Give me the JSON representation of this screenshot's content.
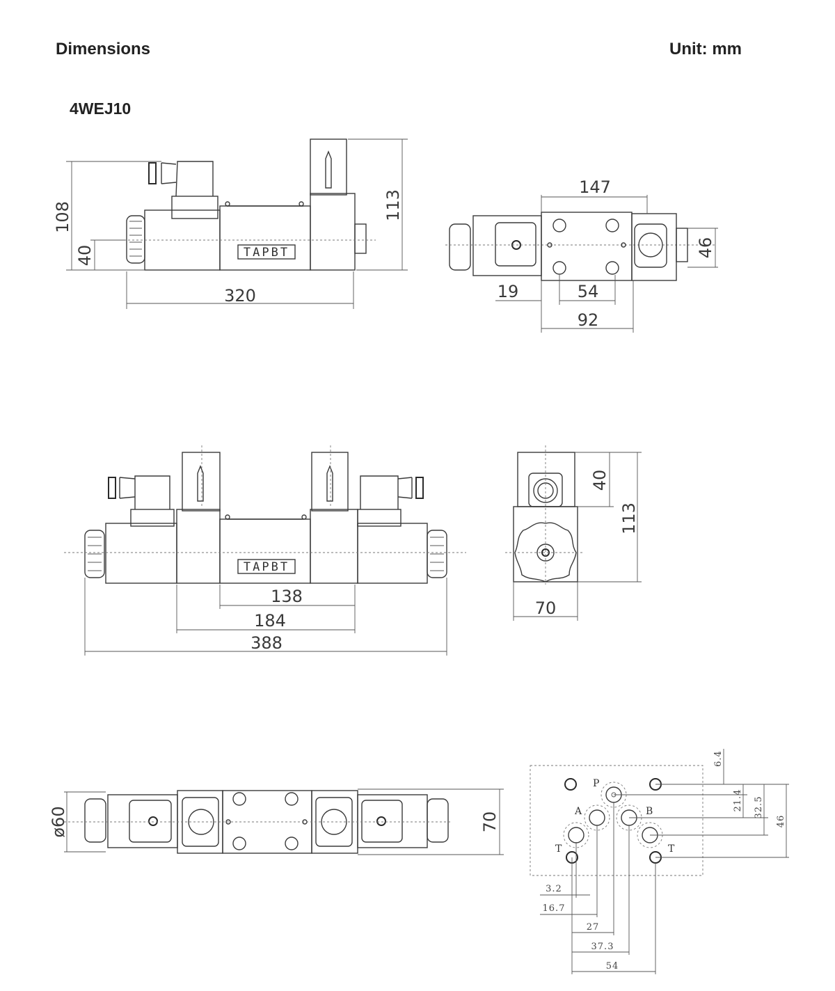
{
  "header": {
    "title": "Dimensions",
    "unit": "Unit: mm",
    "model": "4WEJ10"
  },
  "brand": "TAPBT",
  "view1": {
    "height_left": "108",
    "center_height": "40",
    "height_right": "113",
    "length": "320"
  },
  "view2": {
    "width_top": "147",
    "height": "46",
    "offset1": "19",
    "offset2": "54",
    "width_bottom": "92"
  },
  "view3": {
    "inner_len": "138",
    "mid_len": "184",
    "total_len": "388"
  },
  "view4": {
    "top_height": "40",
    "height": "113",
    "width": "70"
  },
  "view5": {
    "diameter": "ø60",
    "width": "70"
  },
  "pattern": {
    "ports": {
      "P": "P",
      "A": "A",
      "B": "B",
      "T1": "T",
      "T2": "T"
    },
    "vertical": [
      "6.4",
      "21.4",
      "32.5",
      "46"
    ],
    "horizontal": [
      "3.2",
      "16.7",
      "27",
      "37.3",
      "54"
    ]
  }
}
